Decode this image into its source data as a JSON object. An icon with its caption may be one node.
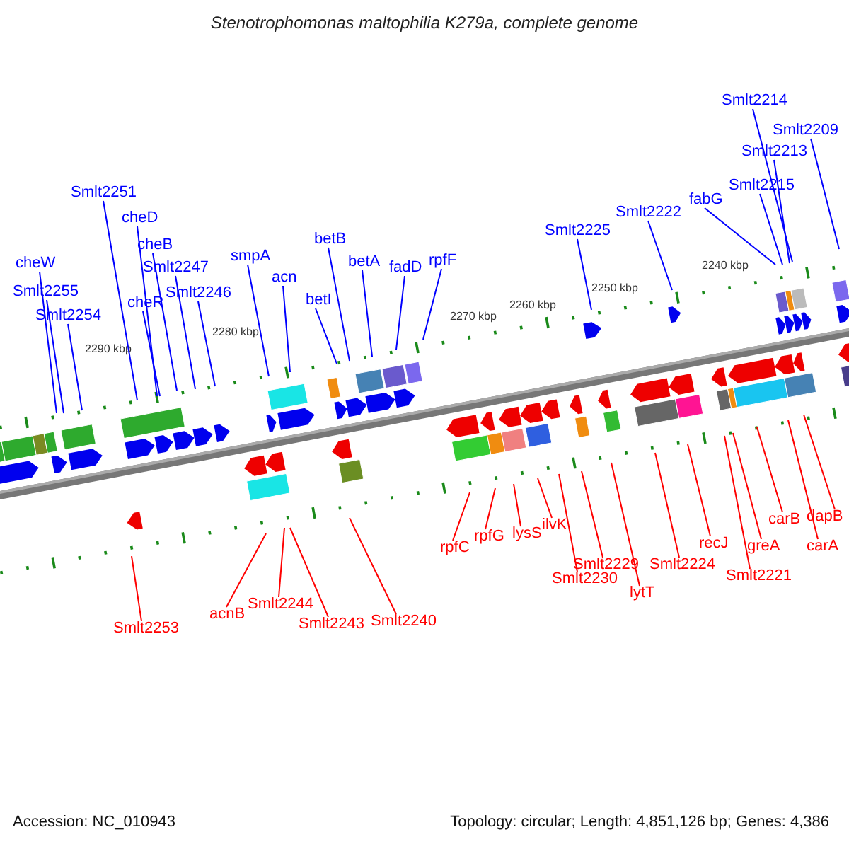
{
  "diagram": {
    "title": "Stenotrophomonas maltophilia K279a, complete genome",
    "nodes": [
      {
        "text": [
          "cheW"
        ]
      },
      {
        "text": [
          "Smlt2255"
        ]
      },
      {
        "text": [
          "Smlt2254"
        ]
      },
      {
        "text": [
          "Smlt2251"
        ]
      },
      {
        "text": [
          "cheD"
        ]
      },
      {
        "text": [
          "cheB"
        ]
      },
      {
        "text": [
          "cheR"
        ]
      },
      {
        "text": [
          "Smlt2247"
        ]
      },
      {
        "text": [
          "Smlt2246"
        ]
      },
      {
        "text": [
          "smpA"
        ]
      },
      {
        "text": [
          "acn"
        ]
      },
      {
        "text": [
          "betI"
        ]
      },
      {
        "text": [
          "betB"
        ]
      },
      {
        "text": [
          "betA"
        ]
      },
      {
        "text": [
          "fadD"
        ]
      },
      {
        "text": [
          "rpfF"
        ]
      },
      {
        "text": [
          "Smlt2225"
        ]
      },
      {
        "text": [
          "Smlt2222"
        ]
      },
      {
        "text": [
          "fabG"
        ]
      },
      {
        "text": [
          "Smlt2215"
        ]
      },
      {
        "text": [
          "Smlt2213"
        ]
      },
      {
        "text": [
          "Smlt2214"
        ]
      },
      {
        "text": [
          "Smlt2209"
        ]
      },
      {
        "text": [
          "Smlt2253"
        ]
      },
      {
        "text": [
          "acnB"
        ]
      },
      {
        "text": [
          "Smlt2244"
        ]
      },
      {
        "text": [
          "Smlt2243"
        ]
      },
      {
        "text": [
          "Smlt2240"
        ]
      },
      {
        "text": [
          "rpfC"
        ]
      },
      {
        "text": [
          "rpfG"
        ]
      },
      {
        "text": [
          "lysS"
        ]
      },
      {
        "text": [
          "ilvK"
        ]
      },
      {
        "text": [
          "Smlt2229"
        ]
      },
      {
        "text": [
          "Smlt2230"
        ]
      },
      {
        "text": [
          "lytT"
        ]
      },
      {
        "text": [
          "Smlt2224"
        ]
      },
      {
        "text": [
          "recJ"
        ]
      },
      {
        "text": [
          "greA"
        ]
      },
      {
        "text": [
          "Smlt2221"
        ]
      },
      {
        "text": [
          "carB"
        ]
      },
      {
        "text": [
          "carA"
        ]
      },
      {
        "text": [
          "dapB"
        ]
      }
    ],
    "edges": [
      {
        "from": 0,
        "to": null,
        "arrow": "none"
      },
      {
        "from": 1,
        "to": null,
        "arrow": "none"
      },
      {
        "from": 2,
        "to": null,
        "arrow": "none"
      },
      {
        "from": 3,
        "to": null,
        "arrow": "none"
      },
      {
        "from": 4,
        "to": null,
        "arrow": "none"
      },
      {
        "from": 5,
        "to": null,
        "arrow": "none"
      },
      {
        "from": 6,
        "to": null,
        "arrow": "none"
      },
      {
        "from": 7,
        "to": null,
        "arrow": "none"
      },
      {
        "from": 8,
        "to": null,
        "arrow": "none"
      },
      {
        "from": 9,
        "to": null,
        "arrow": "none"
      },
      {
        "from": 10,
        "to": null,
        "arrow": "none"
      },
      {
        "from": 11,
        "to": null,
        "arrow": "none"
      },
      {
        "from": 12,
        "to": null,
        "arrow": "none"
      },
      {
        "from": 13,
        "to": null,
        "arrow": "none"
      },
      {
        "from": 14,
        "to": null,
        "arrow": "none"
      },
      {
        "from": 15,
        "to": null,
        "arrow": "none"
      },
      {
        "from": 16,
        "to": null,
        "arrow": "none"
      },
      {
        "from": 17,
        "to": null,
        "arrow": "none"
      },
      {
        "from": 18,
        "to": null,
        "arrow": "none"
      },
      {
        "from": 19,
        "to": null,
        "arrow": "none"
      },
      {
        "from": 20,
        "to": null,
        "arrow": "none"
      },
      {
        "from": 21,
        "to": null,
        "arrow": "none"
      },
      {
        "from": 22,
        "to": null,
        "arrow": "none"
      },
      {
        "from": 23,
        "to": null,
        "arrow": "none",
        "color": "#ff0000"
      },
      {
        "from": 24,
        "to": null,
        "arrow": "none",
        "color": "#ff0000"
      },
      {
        "from": 25,
        "to": null,
        "arrow": "none",
        "color": "#ff0000"
      },
      {
        "from": 26,
        "to": null,
        "arrow": "none",
        "color": "#ff0000"
      },
      {
        "from": 27,
        "to": null,
        "arrow": "none",
        "color": "#ff0000"
      },
      {
        "from": 28,
        "to": null,
        "arrow": "none",
        "color": "#ff0000"
      },
      {
        "from": 29,
        "to": null,
        "arrow": "none",
        "color": "#ff0000"
      },
      {
        "from": 30,
        "to": null,
        "arrow": "none",
        "color": "#ff0000"
      },
      {
        "from": 31,
        "to": null,
        "arrow": "none",
        "color": "#ff0000"
      },
      {
        "from": 32,
        "to": null,
        "arrow": "none",
        "color": "#ff0000"
      },
      {
        "from": 33,
        "to": null,
        "arrow": "none",
        "color": "#ff0000"
      },
      {
        "from": 34,
        "to": null,
        "arrow": "none",
        "color": "#ff0000"
      },
      {
        "from": 35,
        "to": null,
        "arrow": "none",
        "color": "#ff0000"
      },
      {
        "from": 36,
        "to": null,
        "arrow": "none",
        "color": "#ff0000"
      },
      {
        "from": 37,
        "to": null,
        "arrow": "none",
        "color": "#ff0000"
      },
      {
        "from": 38,
        "to": null,
        "arrow": "none",
        "color": "#ff0000"
      },
      {
        "from": 39,
        "to": null,
        "arrow": "none",
        "color": "#ff0000"
      },
      {
        "from": 40,
        "to": null,
        "arrow": "none",
        "color": "#ff0000"
      },
      {
        "from": 41,
        "to": null,
        "arrow": "none",
        "color": "#ff0000"
      }
    ],
    "labels": [
      "2290 kbp",
      "2280 kbp",
      "2270 kbp",
      "2260 kbp",
      "2250 kbp",
      "2240 kbp",
      "Accession: NC_010943",
      "Topology: circular; Length: 4,851,126 bp; Genes: 4,386"
    ]
  }
}
